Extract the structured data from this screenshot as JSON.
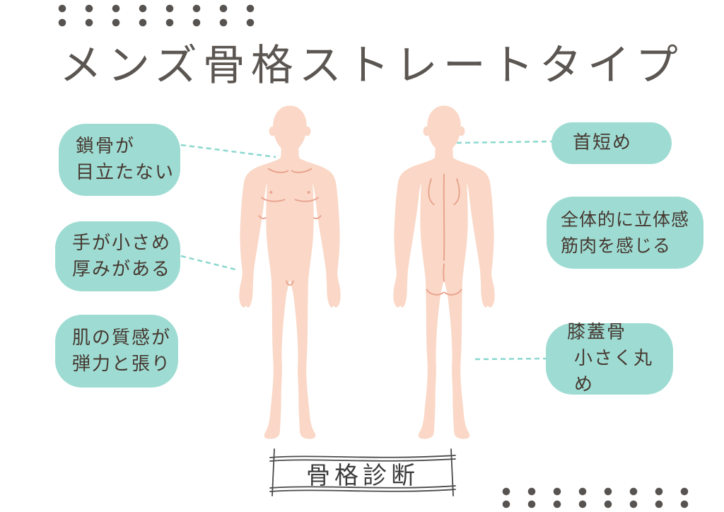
{
  "title": "メンズ骨格ストレートタイプ",
  "callouts": {
    "left": [
      {
        "id": "collarbone",
        "lines": [
          "鎖骨が",
          "目立たない"
        ]
      },
      {
        "id": "hands",
        "lines": [
          "手が小さめ",
          "厚みがある"
        ]
      },
      {
        "id": "skin",
        "lines": [
          "肌の質感が",
          "弾力と張り"
        ]
      }
    ],
    "right": [
      {
        "id": "neck",
        "lines": [
          "首短め"
        ]
      },
      {
        "id": "muscle",
        "lines": [
          "全体的に立体感",
          "筋肉を感じる"
        ]
      },
      {
        "id": "kneecap",
        "lines": [
          "膝蓋骨",
          "小さく丸め"
        ]
      }
    ]
  },
  "footer": {
    "label": "骨格診断"
  },
  "colors": {
    "bubble": "#9EDCD3",
    "connector": "#8AD8CE",
    "skin": "#FAD7C6",
    "skin_line": "#E9A28E",
    "bubble_text": "#463830",
    "title_text": "#5B5651",
    "dots": "#575350",
    "frame": "#4A4A4A"
  }
}
